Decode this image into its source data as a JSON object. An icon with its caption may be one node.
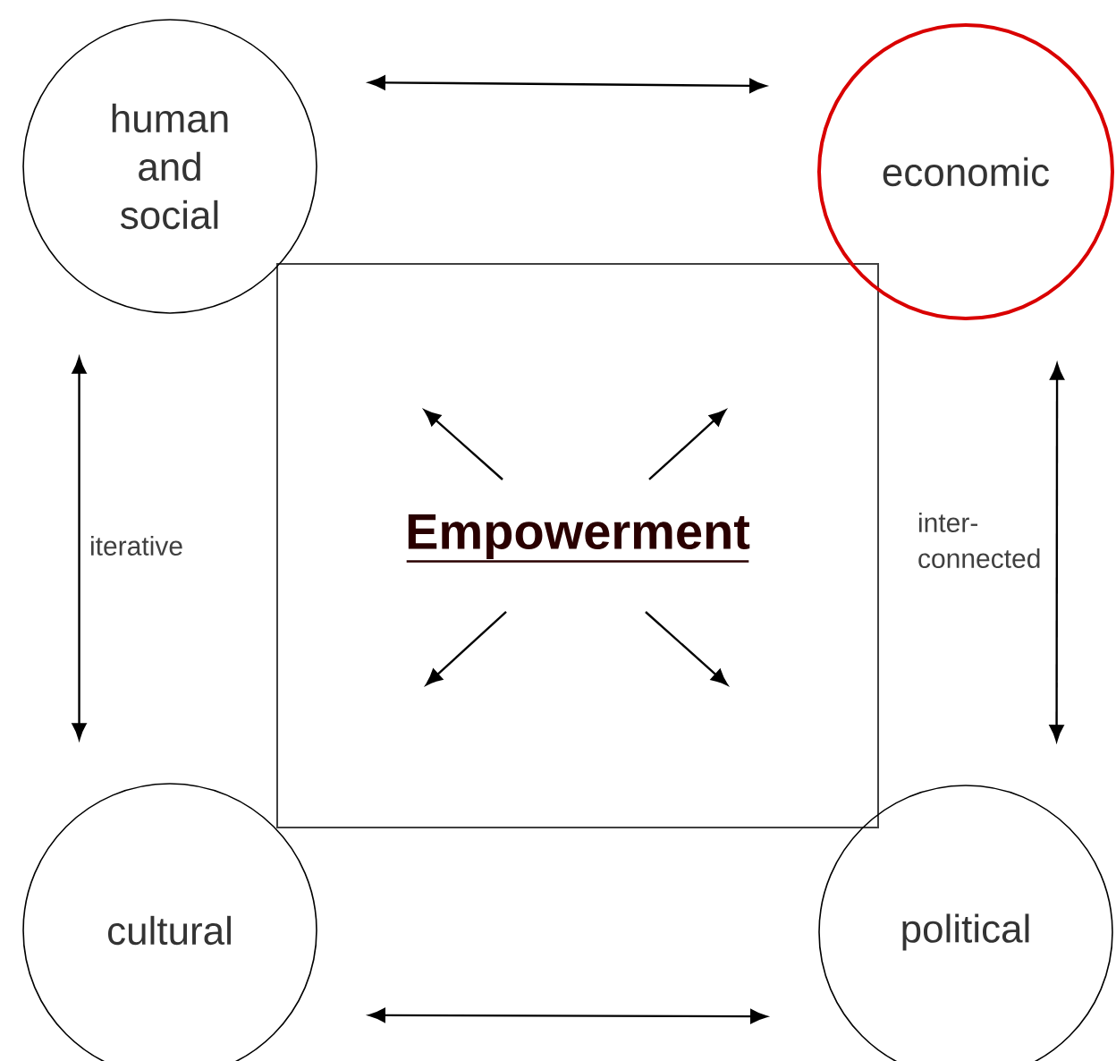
{
  "diagram": {
    "nodes": [
      {
        "text": [],
        "shape": "box"
      },
      {
        "text": [
          "Empowerment"
        ],
        "in": 0
      },
      {
        "text": [
          "human and social"
        ]
      },
      {
        "text": [
          "economic"
        ]
      },
      {
        "text": [
          "cultural"
        ]
      },
      {
        "text": [
          "political"
        ]
      }
    ],
    "edges": [
      {
        "from": 2,
        "to": 3,
        "arrow": "both"
      },
      {
        "from": 2,
        "to": 4,
        "arrow": "both"
      },
      {
        "from": 3,
        "to": 5,
        "arrow": "both"
      },
      {
        "from": 4,
        "to": 5,
        "arrow": "both"
      }
    ],
    "labels": [
      "iterative",
      "inter-connected"
    ]
  }
}
